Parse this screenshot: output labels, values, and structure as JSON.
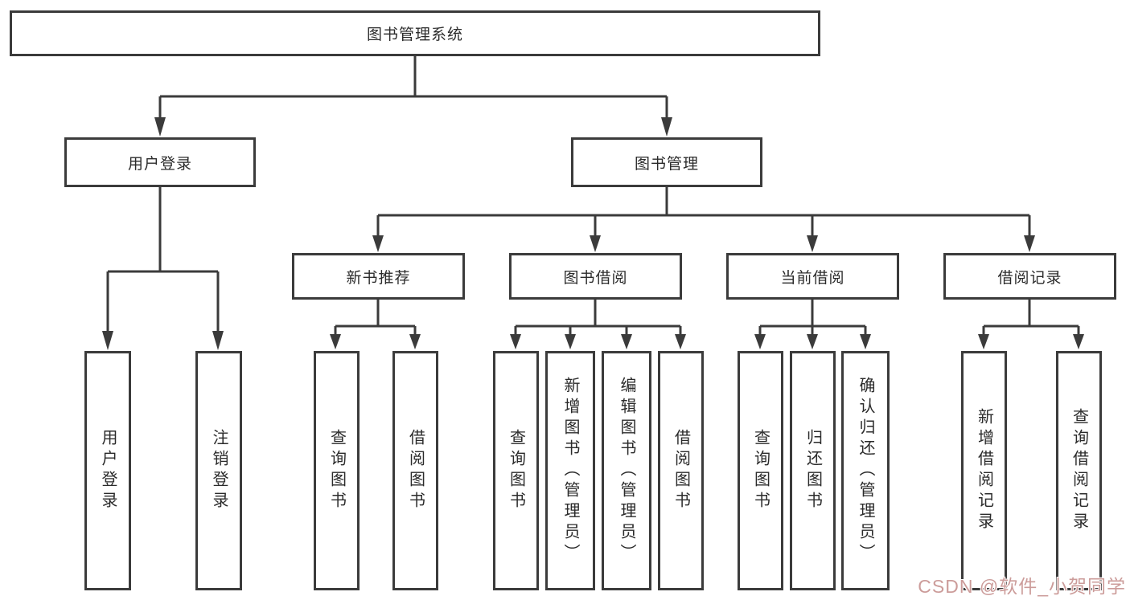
{
  "diagram_type": "hierarchy-tree",
  "colors": {
    "line": "#3b3b3b",
    "box_border": "#3b3b3b",
    "background": "#ffffff",
    "watermark": "#cc9c9a"
  },
  "watermark": {
    "text": "CSDN @软件_小贺同学"
  },
  "tree": {
    "label": "图书管理系统",
    "children": [
      {
        "label": "用户登录",
        "children": [
          {
            "label": "用户登录"
          },
          {
            "label": "注销登录"
          }
        ]
      },
      {
        "label": "图书管理",
        "children": [
          {
            "label": "新书推荐",
            "children": [
              {
                "label": "查询图书"
              },
              {
                "label": "借阅图书"
              }
            ]
          },
          {
            "label": "图书借阅",
            "children": [
              {
                "label": "查询图书"
              },
              {
                "label": "新增图书（管理员）"
              },
              {
                "label": "编辑图书（管理员）"
              },
              {
                "label": "借阅图书"
              }
            ]
          },
          {
            "label": "当前借阅",
            "children": [
              {
                "label": "查询图书"
              },
              {
                "label": "归还图书"
              },
              {
                "label": "确认归还（管理员）"
              }
            ]
          },
          {
            "label": "借阅记录",
            "children": [
              {
                "label": "新增借阅记录"
              },
              {
                "label": "查询借阅记录"
              }
            ]
          }
        ]
      }
    ]
  }
}
